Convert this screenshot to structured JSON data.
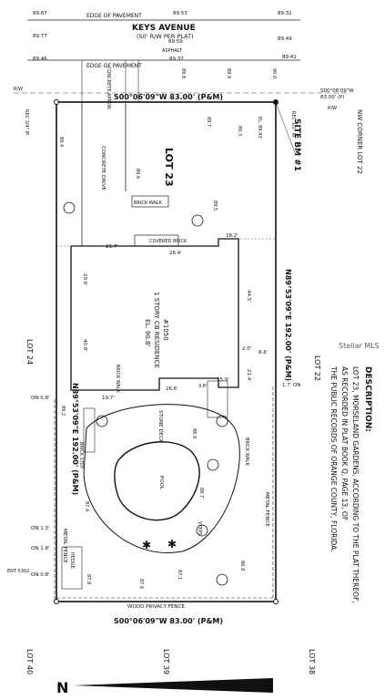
{
  "street": {
    "name": "KEYS AVENUE",
    "row": "(50' R/W PER PLAT)",
    "asphalt": "ASPHALT",
    "edge_top": "EDGE OF PAVEMENT",
    "edge_bottom": "EDGE OF PAVEMENT",
    "elev_top": [
      "89.67",
      "89.53",
      "89.32"
    ],
    "elev_mid": [
      "89.77",
      "89.59",
      "89.49"
    ],
    "elev_bottom": [
      "89.46",
      "89.37",
      "89.41"
    ]
  },
  "boundary": {
    "north": "S00°06'09\"W 83.00' (P&M)",
    "south": "S00°06'09\"W 83.00' (P&M)",
    "west": "N89°53'09\"E 192.00' (P&M)",
    "east": "N89°53'09\"E 192.00' (P&M)",
    "rec_corner": "S00°06'09\"W",
    "rec_distance": "83.00' (P)"
  },
  "lots": {
    "main": "LOT 23",
    "left": "LOT 24",
    "right": "LOT 22",
    "bottom_left": "LOT 40",
    "bottom_mid": "LOT 39",
    "bottom_right": "LOT 38",
    "nw_corner": "NW CORNER LOT 22"
  },
  "labels": {
    "site_bm": "SITE BM #1",
    "el_bm": "EL. 89.93'",
    "residence_addr": "#1050",
    "residence_desc": "1 STORY CB RESIDENCE",
    "residence_el": "EL. 90.8'",
    "concrete_drive": "CONCRETE DRIVE",
    "concrete_apron": "CONCRETE APRON",
    "brick_walk": "BRICK WALK",
    "covered_brick": "COVERED BRICK",
    "stone_deck": "STONE DECK",
    "pool": "POOL",
    "metal_fence": "METAL FENCE",
    "privacy_fence": "WOOD PRIVACY FENCE",
    "hedge": "HEDGE",
    "brick_step": "BRICK STEP",
    "steps": "STEPS",
    "on_08_a": "ON 0.8'",
    "on_13": "ON 1.3'",
    "on_18": "ON 1.8'",
    "on_08_b": "ON 0.8'",
    "off_17": "1.7' ON",
    "rw": "R/W",
    "rec_ip": "REC 3/4\" IP",
    "rec_ir": "REC 1/2\" IR",
    "ent": "ENT 5302"
  },
  "dimensions": {
    "d217": "21.7'",
    "d182": "18.2'",
    "d264": "26.4'",
    "d296": "29.6'",
    "d408": "40.8'",
    "d445": "44.5'",
    "d214": "21.4'",
    "d197": "19.7'",
    "d266": "26.6'",
    "d159": "15.9'",
    "d86": "8.6'",
    "d20": "2.0'",
    "d38": "3.8'"
  },
  "elevations": [
    "89.6",
    "89.5",
    "89.3",
    "89.4",
    "89.7",
    "89.8",
    "89.9",
    "90.0",
    "89.2",
    "88.9",
    "88.7",
    "87.4",
    "87.8",
    "87.6",
    "87.1",
    "86.9"
  ],
  "description": {
    "heading": "DESCRIPTION:",
    "body": "LOT 23, MORSELAND GARDENS, ACCORDING TO THE PLAT THEREOF, AS RECORDED IN PLAT BOOK Q, PAGE 13, OF THE PUBLIC RECORDS OF ORANGE COUNTY, FLORIDA."
  },
  "watermark": "Stellar MLS"
}
